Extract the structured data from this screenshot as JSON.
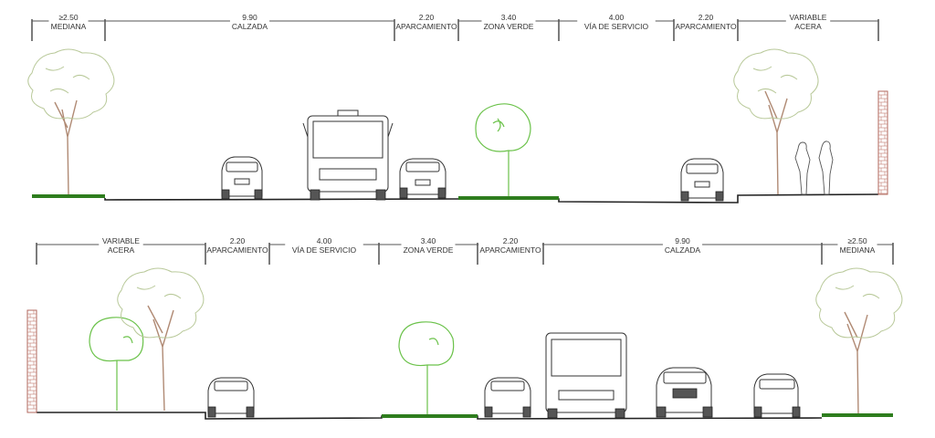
{
  "sections": [
    {
      "name": "upper-section",
      "segments": [
        {
          "value": "≥2.50",
          "name": "MEDIANA"
        },
        {
          "value": "9.90",
          "name": "CALZADA"
        },
        {
          "value": "2.20",
          "name": "APARCAMIENTO"
        },
        {
          "value": "3.40",
          "name": "ZONA VERDE"
        },
        {
          "value": "4.00",
          "name": "VÍA DE SERVICIO"
        },
        {
          "value": "2.20",
          "name": "APARCAMIENTO"
        },
        {
          "value": "VARIABLE",
          "name": "ACERA"
        }
      ]
    },
    {
      "name": "lower-section",
      "segments": [
        {
          "value": "VARIABLE",
          "name": "ACERA"
        },
        {
          "value": "2.20",
          "name": "APARCAMIENTO"
        },
        {
          "value": "4.00",
          "name": "VÍA DE SERVICIO"
        },
        {
          "value": "3.40",
          "name": "ZONA VERDE"
        },
        {
          "value": "2.20",
          "name": "APARCAMIENTO"
        },
        {
          "value": "9.90",
          "name": "CALZADA"
        },
        {
          "value": "≥2.50",
          "name": "MEDIANA"
        }
      ]
    }
  ],
  "colors": {
    "grass": "#2e7d1e",
    "tree": "#b9c99a",
    "small_tree": "#6bc24a",
    "wall": "#b0675c"
  }
}
